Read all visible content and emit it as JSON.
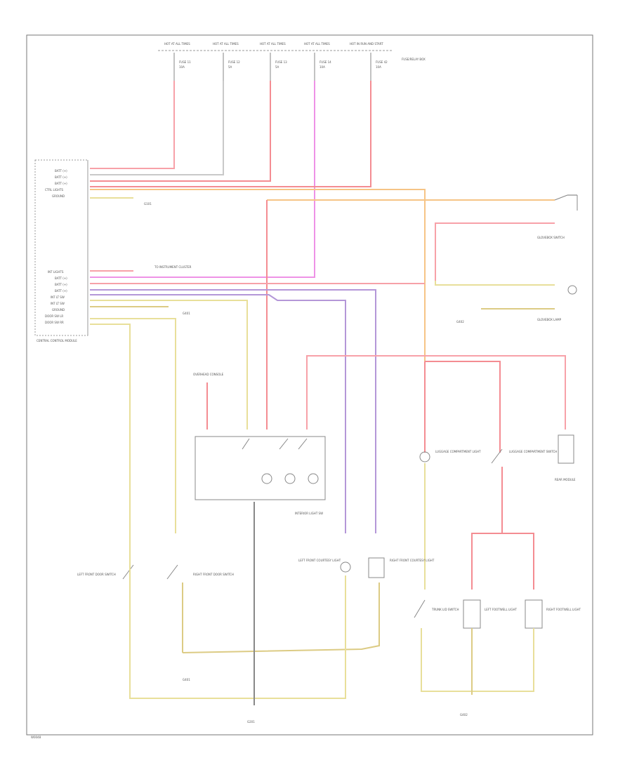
{
  "title": "",
  "colors": {
    "pink": "#f7a1a8",
    "red_pink": "#f48c92",
    "yellow": "#e8df9a",
    "tan": "#dccb84",
    "orange": "#f6c486",
    "magenta": "#ee92e6",
    "purple": "#b497d8",
    "gray_line": "#9a9a9a",
    "frame": "#777777"
  },
  "fuses": [
    {
      "top": "HOT AT ALL TIMES",
      "name": "FUSE 11",
      "amp": "10A"
    },
    {
      "top": "HOT AT ALL TIMES",
      "name": "FUSE 12",
      "amp": "5A"
    },
    {
      "top": "HOT AT ALL TIMES",
      "name": "FUSE 13",
      "amp": "5A"
    },
    {
      "top": "HOT AT ALL TIMES",
      "name": "FUSE 14",
      "amp": "10A"
    },
    {
      "top": "HOT IN RUN AND START",
      "name": "FUSE 42",
      "amp": "10A"
    }
  ],
  "fuse_block_label": "FUSE/RELAY BOX",
  "module": {
    "upper_pins": [
      "BATT (+)",
      "BATT (+)",
      "BATT (+)",
      "CTRL LIGHTS",
      "GROUND"
    ],
    "lower_pins": [
      "INT LIGHTS",
      "BATT (+)",
      "BATT (+)",
      "BATT (+)",
      "INT LT SW",
      "INT LT SW",
      "GROUND",
      "DOOR SW LR",
      "DOOR SW RR"
    ],
    "name": "CENTRAL CONTROL MODULE"
  },
  "labels": {
    "ground_1": "G101",
    "to_instrument": "TO INSTRUMENT CLUSTER",
    "ground_2": "G401",
    "overhead_console": "OVERHEAD CONSOLE",
    "glovebox_lamp": "GLOVEBOX LAMP",
    "glovebox_switch": "GLOVEBOX SWITCH",
    "trunk_lamp_l": "LUGGAGE COMPARTMENT LIGHT",
    "trunk_sw": "LUGGAGE COMPARTMENT SWITCH",
    "rear_module": "REAR MODULE",
    "lf_door": "LEFT FRONT DOOR SWITCH",
    "rf_door": "RIGHT FRONT DOOR SWITCH",
    "lf_courtesy": "LEFT FRONT COURTESY LIGHT",
    "rf_courtesy": "RIGHT FRONT COURTESY LIGHT",
    "trunk_light_sw": "TRUNK LID SWITCH",
    "lr_footwell": "LEFT FOOTWELL LIGHT",
    "rr_footwell": "RIGHT FOOTWELL LIGHT",
    "ground_bottom": "G201",
    "ground_right": "G402",
    "interior_module": "INTERIOR LIGHT SW"
  },
  "diagram_id": "W0048"
}
